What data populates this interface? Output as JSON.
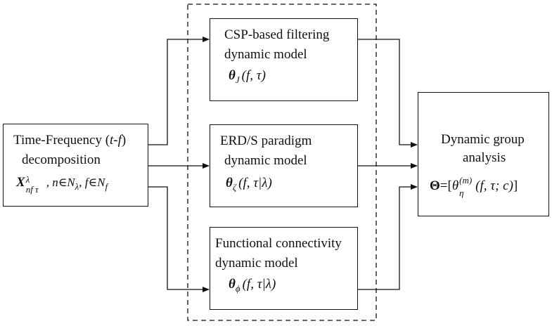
{
  "input": {
    "line1_pre": "Time-Frequency (",
    "line1_tf": "t-f",
    "line1_post": ")",
    "line2": "decomposition",
    "math_X": "X",
    "math_X_sup": "λ",
    "math_X_sub": "nf τ",
    "math_rest_n": ", n",
    "math_in1": "∈",
    "math_N1": "N",
    "math_N1_sub": "λ",
    "math_sep": ", f",
    "math_in2": "∈",
    "math_N2": "N",
    "math_N2_sub": "f"
  },
  "models": [
    {
      "line1": "CSP-based filtering",
      "line2": "dynamic model",
      "theta_sub": "J",
      "args": "(f, τ)"
    },
    {
      "line1": "ERD/S paradigm",
      "line2": "dynamic model",
      "theta_sub": "ζ",
      "args": "(f, τ|λ)"
    },
    {
      "line1": "Functional connectivity",
      "line2": "dynamic model",
      "theta_sub": "ϕ",
      "args": "(f, τ|λ)"
    }
  ],
  "output": {
    "line1": "Dynamic group",
    "line2": "analysis",
    "math_Theta": "Θ",
    "math_eq": "=[",
    "math_theta": "θ",
    "math_sup": "(m)",
    "math_sub": "η",
    "math_args": "(f, τ; c)",
    "math_close": "]"
  }
}
